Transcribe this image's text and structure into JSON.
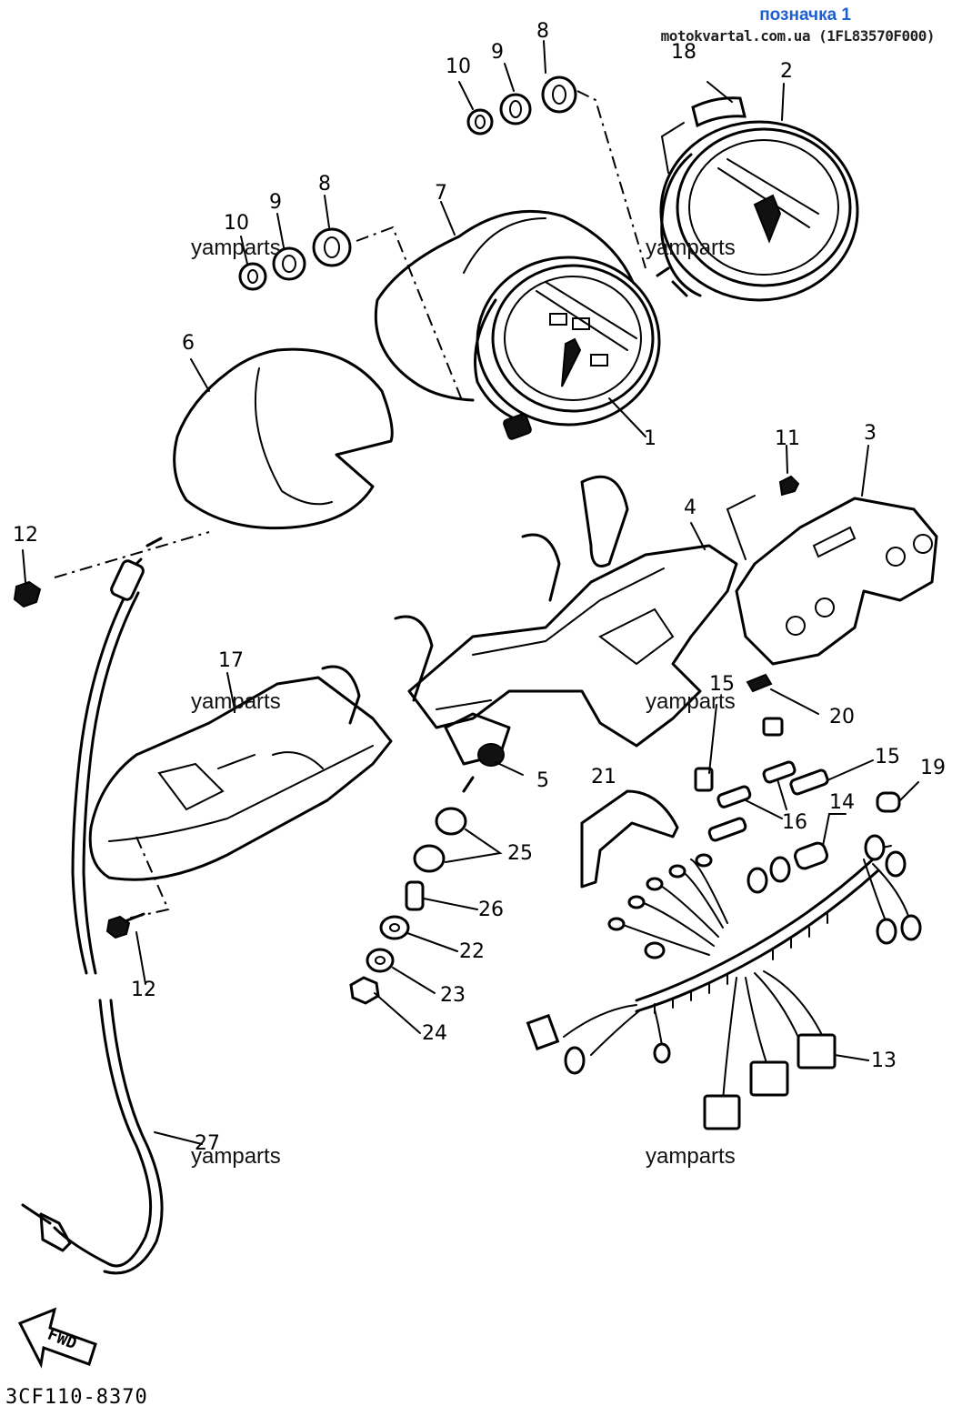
{
  "header": {
    "label": "позначка 1",
    "source": "motokvartal.com.ua (1FL83570F000)"
  },
  "footer": {
    "drawing_code": "3CF110-8370",
    "fwd_label": "FWD"
  },
  "watermark": "yamparts",
  "callouts": {
    "c1": "1",
    "c2": "2",
    "c3": "3",
    "c4": "4",
    "c5": "5",
    "c6": "6",
    "c7": "7",
    "c8a": "8",
    "c8b": "8",
    "c9a": "9",
    "c9b": "9",
    "c10a": "10",
    "c10b": "10",
    "c11": "11",
    "c12a": "12",
    "c12b": "12",
    "c13": "13",
    "c14": "14",
    "c15a": "15",
    "c15b": "15",
    "c16": "16",
    "c17": "17",
    "c18": "18",
    "c19": "19",
    "c20": "20",
    "c21": "21",
    "c22": "22",
    "c23": "23",
    "c24": "24",
    "c25": "25",
    "c26": "26",
    "c27": "27"
  }
}
